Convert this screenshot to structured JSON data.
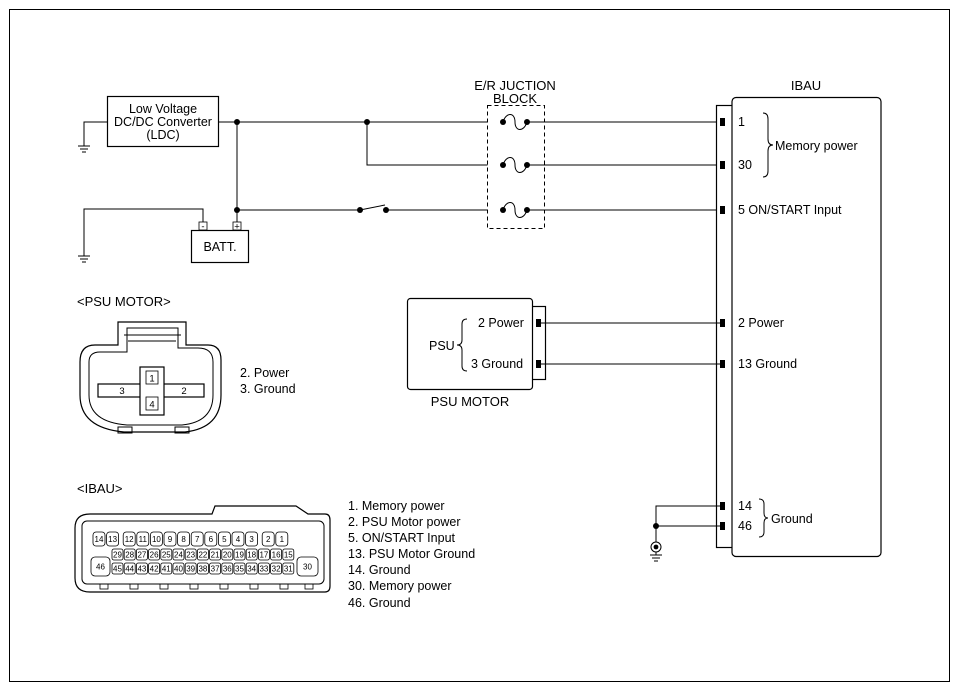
{
  "junction_block": {
    "title_line1": "E/R JUCTION",
    "title_line2": "BLOCK"
  },
  "ibau_title": "IBAU",
  "ldc": {
    "line1": "Low Voltage",
    "line2": "DC/DC Converter",
    "line3": "(LDC)"
  },
  "battery": {
    "label": "BATT.",
    "neg": "-",
    "pos": "+"
  },
  "ibau_pins": {
    "p1": "1",
    "p30": "30",
    "p5": "5 ON/START Input",
    "p2": "2 Power",
    "p13": "13 Ground",
    "p14": "14",
    "p46": "46"
  },
  "ibau_groups": {
    "memory_power": "Memory power",
    "ground": "Ground"
  },
  "psu": {
    "label": "PSU",
    "pin2": "2 Power",
    "pin3": "3 Ground",
    "caption": "PSU MOTOR"
  },
  "psu_connector": {
    "heading": "<PSU MOTOR>",
    "legend": [
      "2. Power",
      "3. Ground"
    ],
    "pins": [
      "1",
      "2",
      "3",
      "4"
    ]
  },
  "ibau_connector": {
    "heading": "<IBAU>",
    "legend": [
      "1. Memory power",
      "2. PSU Motor power",
      "5. ON/START Input",
      "13. PSU Motor Ground",
      "14. Ground",
      "30. Memory power",
      "46. Ground"
    ],
    "row1": [
      "14",
      "13",
      "12",
      "11",
      "10",
      "9",
      "8",
      "7",
      "6",
      "5",
      "4",
      "3",
      "2",
      "1"
    ],
    "row2": [
      "29",
      "28",
      "27",
      "26",
      "25",
      "24",
      "23",
      "22",
      "21",
      "20",
      "19",
      "18",
      "17",
      "16",
      "15"
    ],
    "row3": [
      "45",
      "44",
      "43",
      "42",
      "41",
      "40",
      "39",
      "38",
      "37",
      "36",
      "35",
      "34",
      "33",
      "32",
      "31"
    ],
    "left_pin": "46",
    "right_pin": "30"
  }
}
